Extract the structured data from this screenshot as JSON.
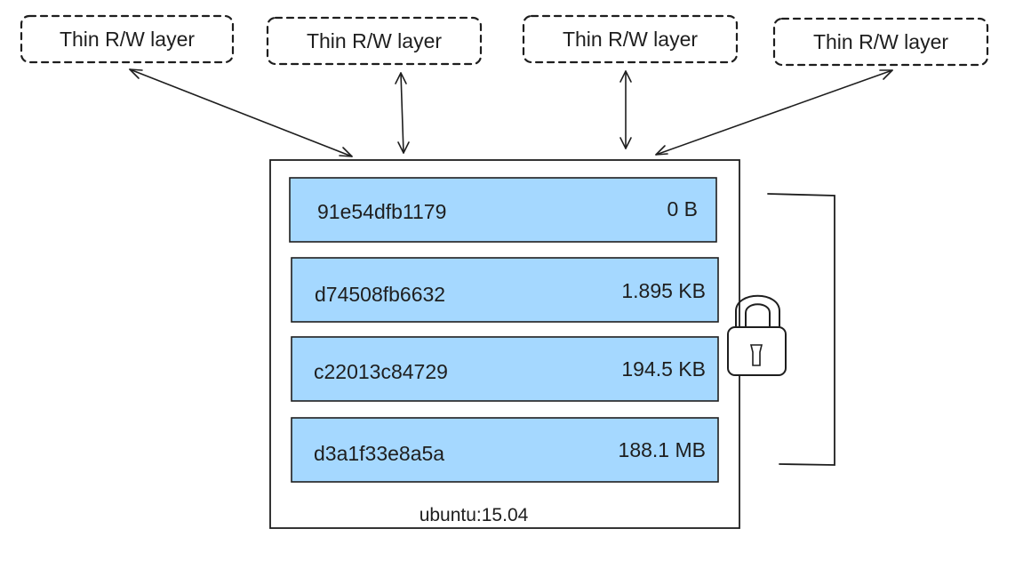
{
  "rw_layers": [
    {
      "label": "Thin R/W layer"
    },
    {
      "label": "Thin R/W layer"
    },
    {
      "label": "Thin R/W layer"
    },
    {
      "label": "Thin R/W layer"
    }
  ],
  "image": {
    "label": "ubuntu:15.04",
    "layers": [
      {
        "id": "91e54dfb1179",
        "size": "0 B"
      },
      {
        "id": "d74508fb6632",
        "size": "1.895 KB"
      },
      {
        "id": "c22013c84729",
        "size": "194.5 KB"
      },
      {
        "id": "d3a1f33e8a5a",
        "size": "188.1 MB"
      }
    ]
  },
  "icons": {
    "lock": "lock-icon",
    "bracket": "bracket"
  },
  "colors": {
    "layer_fill": "#a5d8ff",
    "stroke": "#1e1e1e",
    "background": "#ffffff"
  }
}
